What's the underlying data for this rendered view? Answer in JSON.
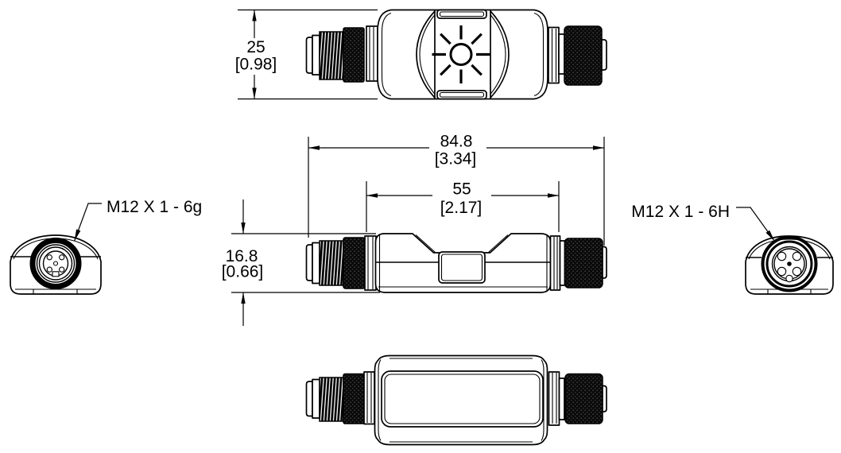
{
  "drawing": {
    "dimensions": {
      "top_height": {
        "metric": "25",
        "imperial": "[0.98]"
      },
      "overall_length": {
        "metric": "84.8",
        "imperial": "[3.34]"
      },
      "body_length": {
        "metric": "55",
        "imperial": "[2.17]"
      },
      "profile_height": {
        "metric": "16.8",
        "imperial": "[0.66]"
      }
    },
    "labels": {
      "male_thread": "M12 X 1 - 6g",
      "female_thread": "M12 X 1 - 6H"
    },
    "colors": {
      "line": "#000000",
      "background": "#ffffff"
    }
  }
}
